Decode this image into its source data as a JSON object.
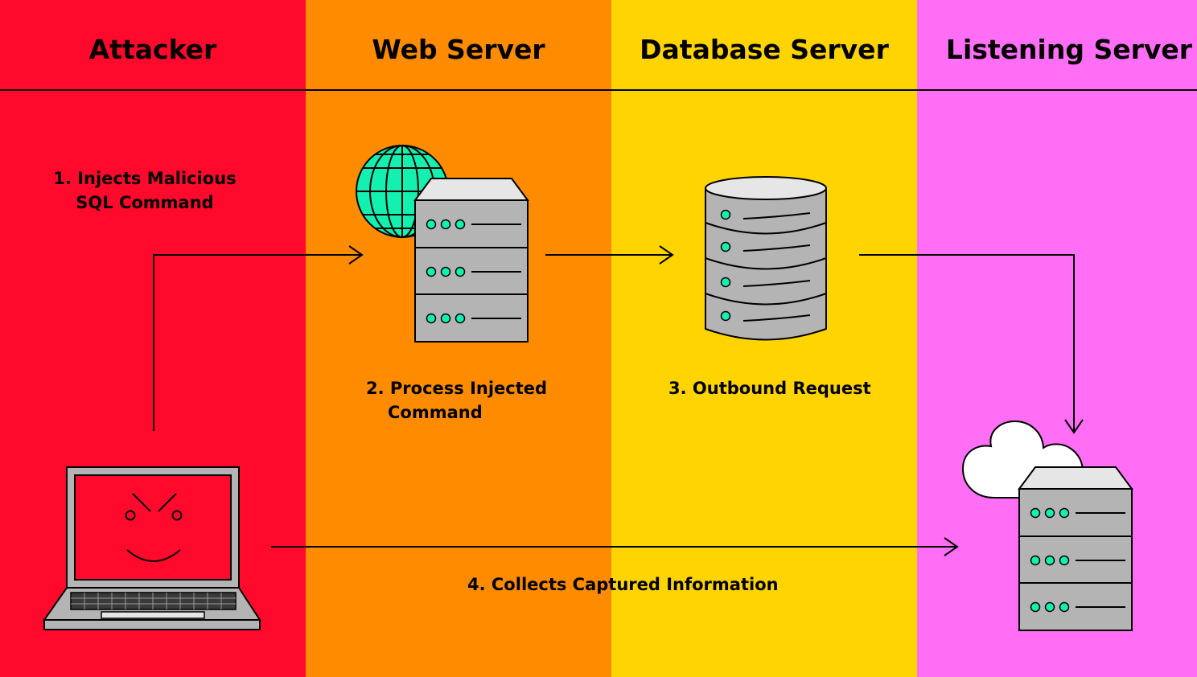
{
  "colors": {
    "attacker_lane": "#ff0a2c",
    "web_lane": "#ff8c00",
    "db_lane": "#ffd400",
    "listening_lane": "#ff6ef5",
    "server_body": "#b4b4b4",
    "server_top": "#e6e6e6",
    "led": "#14f0b0",
    "globe": "#14f0b0",
    "cloud": "#ffffff",
    "screen": "#ff0a2c"
  },
  "lanes": [
    {
      "title": "Attacker"
    },
    {
      "title": "Web Server"
    },
    {
      "title": "Database Server"
    },
    {
      "title": "Listening Server"
    }
  ],
  "steps": [
    {
      "line1": "1. Injects Malicious",
      "line2": "SQL Command"
    },
    {
      "line1": "2. Process Injected",
      "line2": "Command"
    },
    {
      "line1": "3. Outbound Request",
      "line2": ""
    },
    {
      "line1": "4. Collects Captured Information",
      "line2": ""
    }
  ],
  "icons": {
    "attacker": "laptop-icon",
    "web": "globe-icon",
    "web_server": "server-rack-icon",
    "database": "database-icon",
    "cloud": "cloud-icon",
    "listening_server": "server-rack-icon"
  }
}
